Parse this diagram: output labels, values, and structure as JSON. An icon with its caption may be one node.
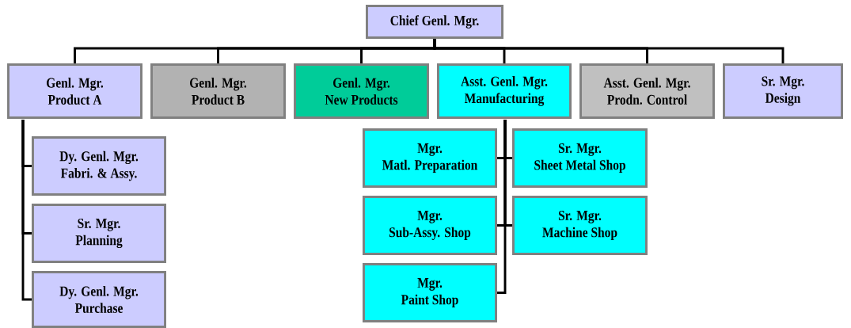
{
  "diagram": {
    "nodes": [
      {
        "text": [
          "Chief Genl. Mgr."
        ]
      },
      {
        "text": [
          "Genl. Mgr.",
          "Product A"
        ]
      },
      {
        "text": [
          "Genl. Mgr.",
          "Product B"
        ]
      },
      {
        "text": [
          "Genl. Mgr.",
          "New Products"
        ]
      },
      {
        "text": [
          "Asst. Genl. Mgr.",
          "Manufacturing"
        ]
      },
      {
        "text": [
          "Asst. Genl. Mgr.",
          "Prodn. Control"
        ]
      },
      {
        "text": [
          "Sr. Mgr.",
          "Design"
        ]
      },
      {
        "text": [
          "Dy. Genl. Mgr.",
          "Fabri. & Assy."
        ]
      },
      {
        "text": [
          "Sr. Mgr.",
          "Planning"
        ]
      },
      {
        "text": [
          "Dy. Genl. Mgr.",
          "Purchase"
        ]
      },
      {
        "text": [
          "Mgr.",
          "Matl. Preparation"
        ]
      },
      {
        "text": [
          "Sr. Mgr.",
          "Sheet Metal Shop"
        ]
      },
      {
        "text": [
          "Mgr.",
          "Sub-Assy. Shop"
        ]
      },
      {
        "text": [
          "Sr. Mgr.",
          "Machine Shop"
        ]
      },
      {
        "text": [
          "Mgr.",
          "Paint Shop"
        ]
      }
    ],
    "edges": [
      {
        "from": 0,
        "to": 1,
        "arrow": "none"
      },
      {
        "from": 0,
        "to": 2,
        "arrow": "none"
      },
      {
        "from": 0,
        "to": 3,
        "arrow": "none"
      },
      {
        "from": 0,
        "to": 4,
        "arrow": "none"
      },
      {
        "from": 0,
        "to": 5,
        "arrow": "none"
      },
      {
        "from": 0,
        "to": 6,
        "arrow": "none"
      },
      {
        "from": 1,
        "to": 7,
        "arrow": "none"
      },
      {
        "from": 1,
        "to": 8,
        "arrow": "none"
      },
      {
        "from": 1,
        "to": 9,
        "arrow": "none"
      },
      {
        "from": 4,
        "to": 10,
        "arrow": "none"
      },
      {
        "from": 4,
        "to": 11,
        "arrow": "none"
      },
      {
        "from": 4,
        "to": 12,
        "arrow": "none"
      },
      {
        "from": 4,
        "to": 13,
        "arrow": "none"
      },
      {
        "from": 4,
        "to": 14,
        "arrow": "none"
      }
    ]
  }
}
